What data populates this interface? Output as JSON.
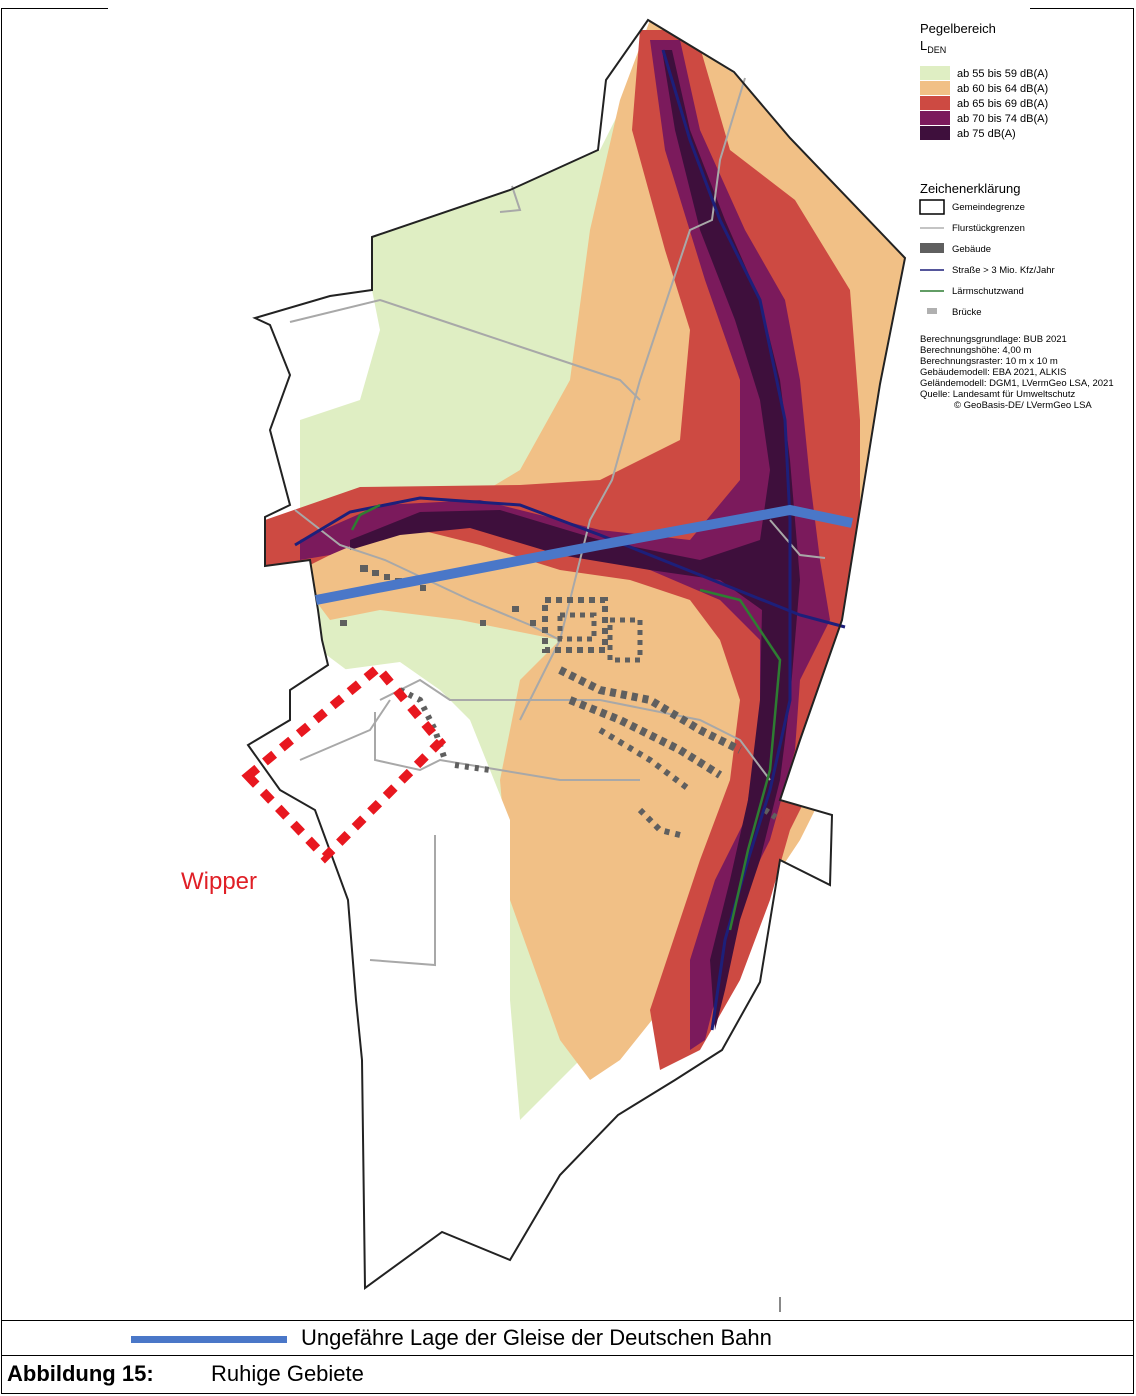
{
  "map": {
    "place_label": "Wipper",
    "legend_levels": {
      "title": "Pegelbereich",
      "metric_main": "L",
      "metric_sub": "DEN",
      "items": [
        {
          "label": "ab 55 bis 59 dB(A)",
          "color": "#dfeec3"
        },
        {
          "label": "ab 60 bis 64 dB(A)",
          "color": "#f1c086"
        },
        {
          "label": "ab 65 bis 69 dB(A)",
          "color": "#cd4a42"
        },
        {
          "label": "ab 70 bis 74 dB(A)",
          "color": "#7b1a5c"
        },
        {
          "label": "ab 75 dB(A)",
          "color": "#3e0f3c"
        }
      ]
    },
    "legend_symbols": {
      "title": "Zeichenerklärung",
      "items": [
        {
          "label": "Gemeindegrenze",
          "icon": "municipal-boundary-icon"
        },
        {
          "label": "Flurstückgrenzen",
          "icon": "parcel-boundary-icon"
        },
        {
          "label": "Gebäude",
          "icon": "building-icon"
        },
        {
          "label": "Straße > 3 Mio. Kfz/Jahr",
          "icon": "road-line-icon"
        },
        {
          "label": "Lärmschutzwand",
          "icon": "noise-barrier-icon"
        },
        {
          "label": "Brücke",
          "icon": "bridge-icon"
        }
      ]
    },
    "notes": [
      "Berechnungsgrundlage: BUB 2021",
      "Berechnungshöhe: 4,00 m",
      "Berechnungsraster: 10 m x 10 m",
      "Gebäudemodell: EBA 2021, ALKIS",
      "Geländemodell: DGM1, LVermGeo LSA, 2021",
      "Quelle: Landesamt für Umweltschutz",
      "© GeoBasis-DE/ LVermGeo LSA"
    ],
    "colors": {
      "rail": "#4a77c8",
      "quiet_area": "#e8171f",
      "road": "#1d1f7a",
      "noise_barrier": "#2e7d32",
      "building": "#5f5f5f",
      "parcel": "#a8a8a8"
    }
  },
  "legend_row": {
    "rail_label": "Ungefähre Lage der Gleise der Deutschen Bahn"
  },
  "caption": {
    "number": "Abbildung 15:",
    "title": "Ruhige Gebiete"
  }
}
